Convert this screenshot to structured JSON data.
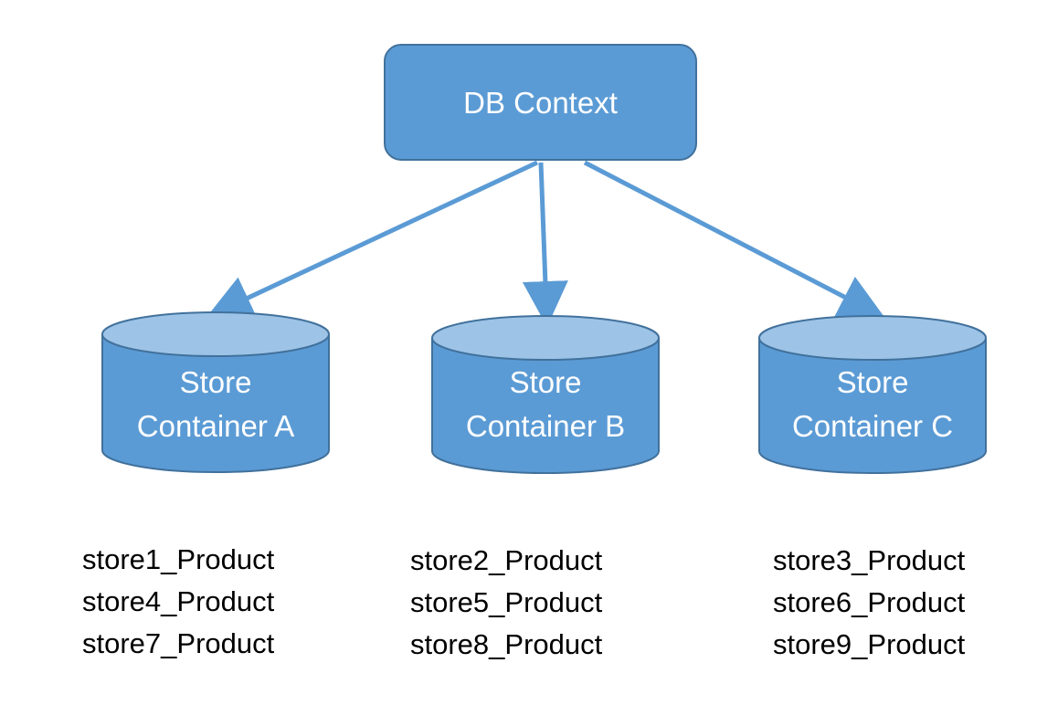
{
  "root": {
    "label": "DB Context"
  },
  "containers": [
    {
      "line1": "Store",
      "line2": "Container A",
      "tables": [
        "store1_Product",
        "store4_Product",
        "store7_Product"
      ]
    },
    {
      "line1": "Store",
      "line2": "Container B",
      "tables": [
        "store2_Product",
        "store5_Product",
        "store8_Product"
      ]
    },
    {
      "line1": "Store",
      "line2": "Container C",
      "tables": [
        "store3_Product",
        "store6_Product",
        "store9_Product"
      ]
    }
  ],
  "colors": {
    "box_fill": "#5B9BD5",
    "box_stroke": "#41719C",
    "cylinder_top": "#9DC3E6",
    "arrow": "#5B9BD5"
  }
}
